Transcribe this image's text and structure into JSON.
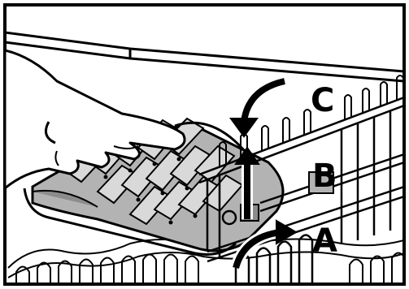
{
  "labels": {
    "a": "A",
    "b": "B",
    "c": "C"
  },
  "colors": {
    "line": "#000000",
    "grey_dark": "#8c8c8c",
    "grey_mid": "#b3b3b3",
    "grey_light": "#d9d9d9",
    "background": "#ffffff"
  }
}
